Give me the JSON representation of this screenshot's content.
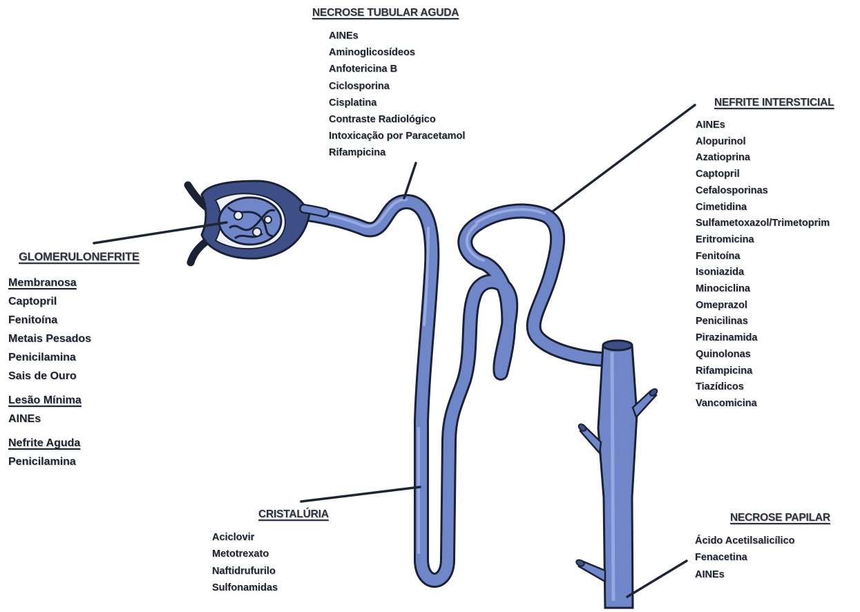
{
  "colors": {
    "tubule": "#6f86c9",
    "tubule_highlight": "#9fb2e6",
    "outline": "#1b2236",
    "capsule": "#3d4f86",
    "leader_line": "#1f2535"
  },
  "necrose_tubular_aguda": {
    "title": "NECROSE TUBULAR AGUDA",
    "items": [
      "AINEs",
      "Aminoglicosídeos",
      "Anfotericina B",
      "Ciclosporina",
      "Cisplatina",
      "Contraste Radiológico",
      "Intoxicação por Paracetamol",
      "Rifampicina"
    ]
  },
  "nefrite_intersticial": {
    "title": "NEFRITE INTERSTICIAL",
    "items": [
      "AINEs",
      "Alopurinol",
      "Azatioprina",
      "Captopril",
      "Cefalosporinas",
      "Cimetidina",
      "Sulfametoxazol/Trimetoprim",
      "Eritromicina",
      "Fenitoína",
      "Isoniazida",
      "Minociclina",
      "Omeprazol",
      "Penicilinas",
      "Pirazinamida",
      "Quinolonas",
      "Rifampicina",
      "Tiazídicos",
      "Vancomicina"
    ]
  },
  "glomerulonefrite": {
    "title": "GLOMERULONEFRITE",
    "membranosa": {
      "label": "Membranosa",
      "items": [
        "Captopril",
        "Fenitoína",
        "Metais Pesados",
        "Penicilamina",
        "Sais de Ouro"
      ]
    },
    "lesao_minima": {
      "label": "Lesão Mínima",
      "items": [
        "AINEs"
      ]
    },
    "nefrite_aguda": {
      "label": "Nefrite Aguda",
      "items": [
        "Penicilamina"
      ]
    }
  },
  "cristaluria": {
    "title": "CRISTALÚRIA",
    "items": [
      "Aciclovir",
      "Metotrexato",
      "Naftidrufurilo",
      "Sulfonamidas"
    ]
  },
  "necrose_papilar": {
    "title": "NECROSE PAPILAR",
    "items": [
      "Ácido Acetilsalicílico",
      "Fenacetina",
      "AINEs"
    ]
  }
}
